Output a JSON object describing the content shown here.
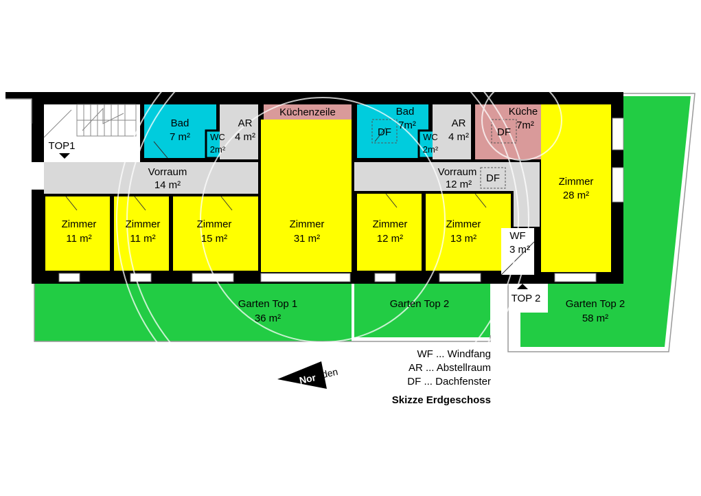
{
  "colors": {
    "room": "#ffff00",
    "wet": "#00ccdd",
    "kitchen": "#d99a9a",
    "garden": "#22cc44",
    "corridor": "#d9d9d9",
    "wall": "#000000"
  },
  "rooms": {
    "bad1": {
      "name": "Bad",
      "area": "7 m²"
    },
    "wc1": {
      "name": "WC",
      "area": "2m²"
    },
    "ar1": {
      "name": "AR",
      "area": "4 m²"
    },
    "kuechenzeile": {
      "name": "Küchenzeile"
    },
    "bad2": {
      "name": "Bad",
      "area": "7m²"
    },
    "df_bad2": {
      "name": "DF"
    },
    "wc2": {
      "name": "WC",
      "area": "2m²"
    },
    "ar2": {
      "name": "AR",
      "area": "4 m²"
    },
    "kueche": {
      "name": "Küche",
      "area": "7m²"
    },
    "df_kueche": {
      "name": "DF"
    },
    "vorraum1": {
      "name": "Vorraum",
      "area": "14 m²"
    },
    "vorraum2": {
      "name": "Vorraum",
      "area": "12 m²"
    },
    "df_vorraum2": {
      "name": "DF"
    },
    "zimmer1": {
      "name": "Zimmer",
      "area": "11 m²"
    },
    "zimmer2": {
      "name": "Zimmer",
      "area": "11 m²"
    },
    "zimmer3": {
      "name": "Zimmer",
      "area": "15 m²"
    },
    "zimmer4": {
      "name": "Zimmer",
      "area": "31 m²"
    },
    "zimmer5": {
      "name": "Zimmer",
      "area": "12 m²"
    },
    "zimmer6": {
      "name": "Zimmer",
      "area": "13 m²"
    },
    "zimmer7": {
      "name": "Zimmer",
      "area": "28 m²"
    },
    "wf": {
      "name": "WF",
      "area": "3 m²"
    },
    "garten1": {
      "name": "Garten Top 1",
      "area": "36 m²"
    },
    "garten2a": {
      "name": "Garten Top 2"
    },
    "garten2b": {
      "name": "Garten Top 2",
      "area": "58 m²"
    }
  },
  "entrances": {
    "top1": "TOP1",
    "top2": "TOP 2"
  },
  "legend": [
    "WF ... Windfang",
    "AR ... Abstellraum",
    "DF ... Dachfenster"
  ],
  "caption": "Skizze Erdgeschoss",
  "north": {
    "part1": "Nor",
    "part2": "den"
  }
}
